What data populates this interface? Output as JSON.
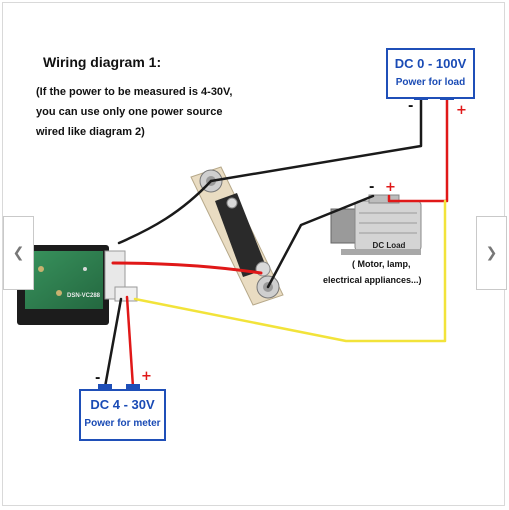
{
  "diagram": {
    "title": "Wiring diagram 1:",
    "note_lines": [
      "(If the power to be measured is 4-30V,",
      "you can use only one power source",
      "wired like diagram 2)"
    ],
    "load_supply": {
      "voltage": "DC 0 - 100V",
      "label": "Power for load",
      "neg": "-",
      "pos": "+"
    },
    "meter_supply": {
      "voltage": "DC 4 - 30V",
      "label": "Power for meter",
      "neg": "-",
      "pos": "+"
    },
    "dc_load": {
      "label": "DC Load",
      "desc_line1": "( Motor, lamp,",
      "desc_line2": "electrical appliances...)",
      "neg": "-",
      "pos": "+"
    },
    "meter_pcb": {
      "model": "DSN-VC288"
    },
    "colors": {
      "red_wire": "#e01818",
      "black_wire": "#1a1a1a",
      "yellow_wire": "#f2e33a",
      "box_border": "#1f4fb8"
    }
  },
  "gallery": {
    "prev_icon": "chevron-left-icon",
    "next_icon": "chevron-right-icon",
    "prev_glyph": "❮",
    "next_glyph": "❯"
  }
}
